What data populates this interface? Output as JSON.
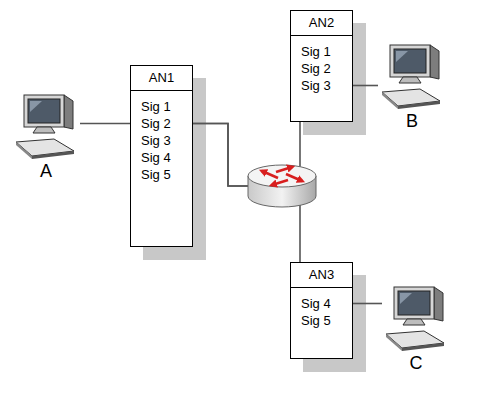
{
  "diagram": {
    "nodes": [
      {
        "text": [
          "A"
        ]
      },
      {
        "text": [
          "AN1",
          "Sig 1",
          "Sig 2",
          "Sig 3",
          "Sig 4",
          "Sig 5"
        ]
      },
      {
        "text": [
          "AN2",
          "Sig 1",
          "Sig 2",
          "Sig 3"
        ]
      },
      {
        "text": [
          "B"
        ]
      },
      {
        "text": [
          "AN3",
          "Sig 4",
          "Sig 5"
        ]
      },
      {
        "text": [
          "C"
        ]
      }
    ],
    "edges": [
      {
        "from": 0,
        "to": 1,
        "arrow": "none"
      },
      {
        "from": 1,
        "to": 2,
        "arrow": "none"
      },
      {
        "from": 1,
        "to": 4,
        "arrow": "none"
      },
      {
        "from": 2,
        "to": 3,
        "arrow": "none"
      },
      {
        "from": 4,
        "to": 5,
        "arrow": "none"
      }
    ]
  }
}
